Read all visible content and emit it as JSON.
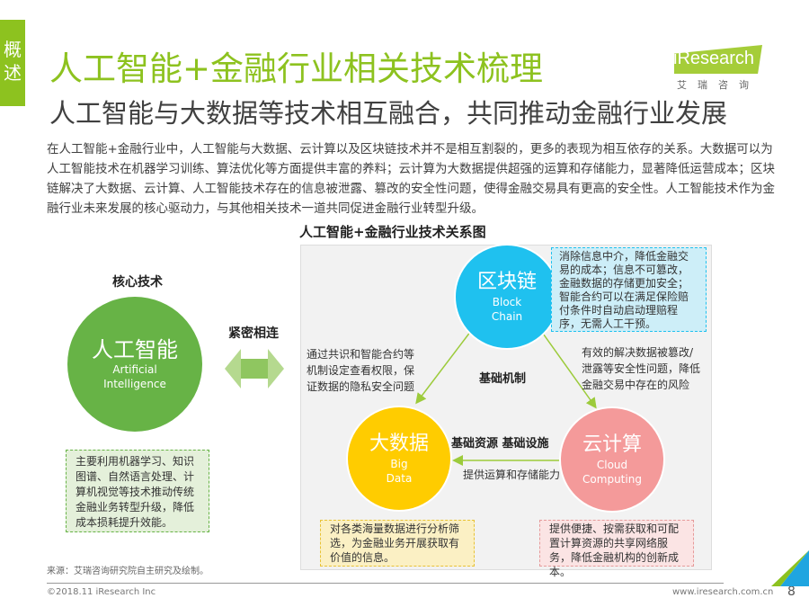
{
  "tab_label": "概述",
  "title": "人工智能+金融行业相关技术梳理",
  "subtitle": "人工智能与大数据等技术相互融合，共同推动金融行业发展",
  "logo": {
    "brand": "iResearch",
    "cn": "艾瑞咨询"
  },
  "paragraph": "在人工智能+金融行业中，人工智能与大数据、云计算以及区块链技术并不是相互割裂的，更多的表现为相互依存的关系。大数据可以为人工智能技术在机器学习训练、算法优化等方面提供丰富的养料；云计算为大数据提供超强的运算和存储能力，显著降低运营成本；区块链解决了大数据、云计算、人工智能技术存在的信息被泄露、篡改的安全性问题，使得金融交易具有更高的安全性。人工智能技术作为金融行业未来发展的核心驱动力，与其他相关技术一道共同促进金融行业转型升级。",
  "diagram": {
    "title": "人工智能+金融行业技术关系图",
    "core_label": "核心技术",
    "link_label": "紧密相连",
    "ai": {
      "cn": "人工智能",
      "en1": "Artificial",
      "en2": "Intelligence",
      "desc": "主要利用机器学习、知识图谱、自然语言处理、计算机视觉等技术推动传统金融业务转型升级，降低成本损耗提升效能。",
      "color": "#67b346"
    },
    "blockchain": {
      "cn": "区块链",
      "en1": "Block",
      "en2": "Chain",
      "desc": "消除信息中介，降低金融交易的成本；信息不可篡改，金融数据的存储更加安全；智能合约可以在满足保险赔付条件时自动启动理赔程序，无需人工干预。",
      "color": "#1fc1ef"
    },
    "bigdata": {
      "cn": "大数据",
      "en1": "Big",
      "en2": "Data",
      "desc": "对各类海量数据进行分析筛选，为金融业务开展获取有价值的信息。",
      "color": "#ffcc00"
    },
    "cloud": {
      "cn": "云计算",
      "en1": "Cloud",
      "en2": "Computing",
      "desc": "提供便捷、按需获取和可配置计算资源的共享网络服务，降低金融机构的创新成本。",
      "color": "#f49a9a"
    },
    "left_note": "通过共识和智能合约等机制设定查看权限，保证数据的隐私安全问题",
    "right_note": "有效的解决数据被篡改/泄露等安全性问题，降低金融交易中存在的风险",
    "center_label": "基础机制",
    "bottom_label": "基础资源 基础设施",
    "bottom_note": "提供运算和存储能力"
  },
  "source": "来源：艾瑞咨询研究院自主研究及绘制。",
  "footer": {
    "copyright": "©2018.11 iResearch Inc",
    "url": "www.iresearch.com.cn",
    "page": "8"
  }
}
